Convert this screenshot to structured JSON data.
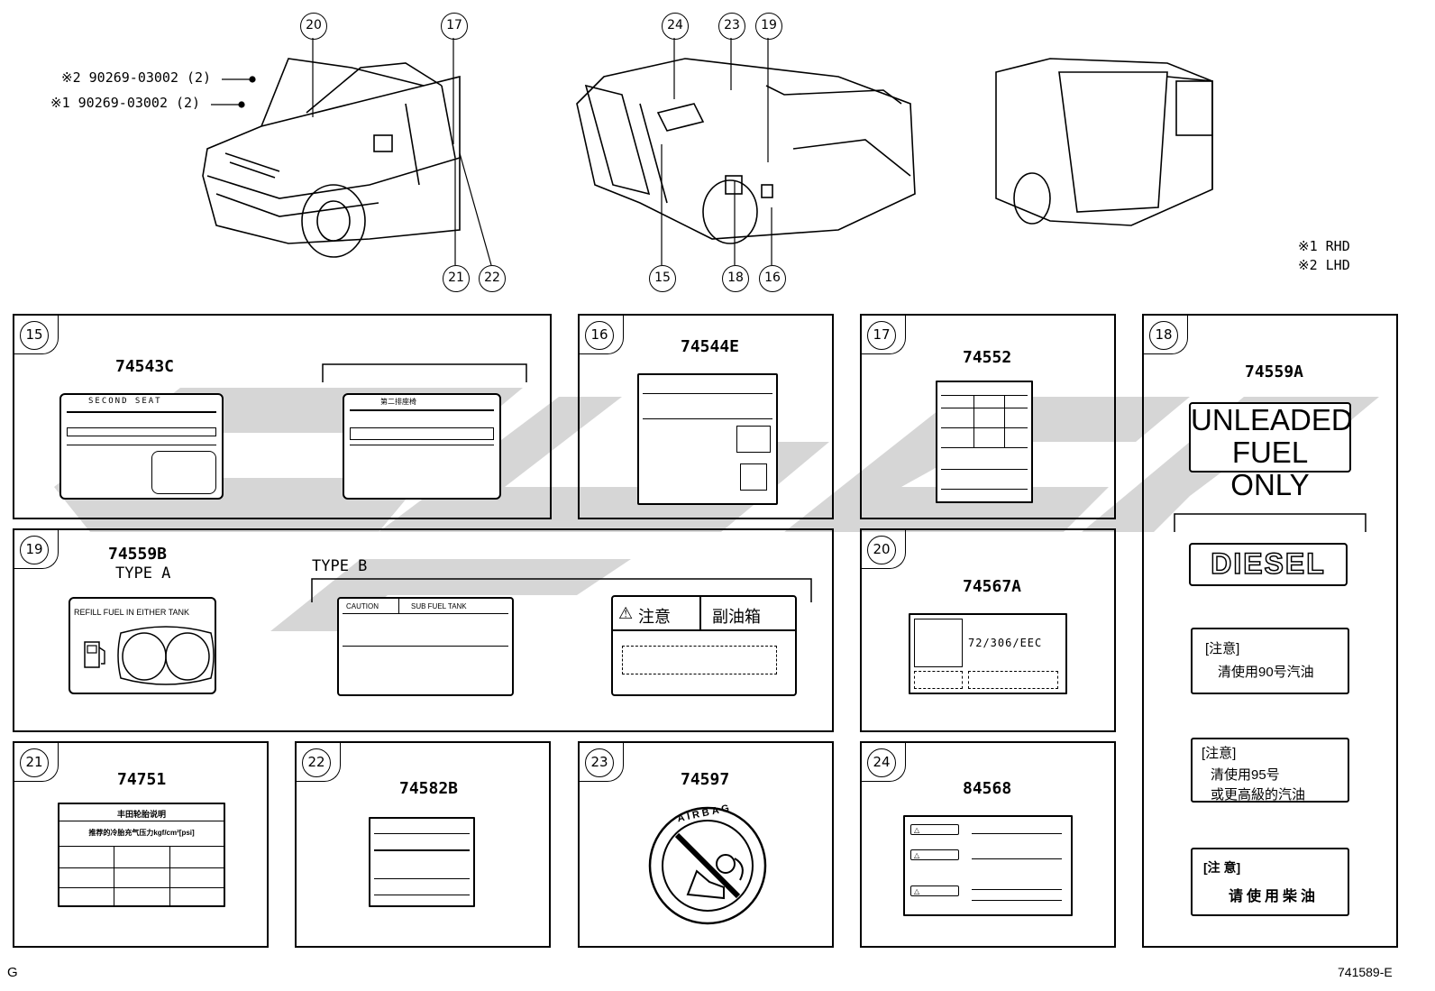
{
  "header": {
    "notes": [
      "※2 90269-03002 (2)",
      "※1 90269-03002 (2)"
    ],
    "legend": [
      "※1 RHD",
      "※2 LHD"
    ],
    "callouts_top": [
      "20",
      "17",
      "24",
      "23",
      "19"
    ],
    "callouts_bottom": [
      "21",
      "22",
      "15",
      "18",
      "16"
    ]
  },
  "footer": {
    "left": "G",
    "right": "741589-E"
  },
  "panels": {
    "p15": {
      "num": "15",
      "part": "74543C",
      "label_text": "SECOND SEAT",
      "label_text_cn": "第二排座椅"
    },
    "p16": {
      "num": "16",
      "part": "74544E"
    },
    "p17": {
      "num": "17",
      "part": "74552"
    },
    "p18": {
      "num": "18",
      "part": "74559A",
      "unleaded_line1": "UNLEADED",
      "unleaded_line2": "FUEL ONLY",
      "diesel": "DIESEL",
      "cn1_head": "[注意]",
      "cn1_body": "清使用90号汽油",
      "cn2_head": "[注意]",
      "cn2_body1": "清使用95号",
      "cn2_body2": "或更高級的汽油",
      "cn3_head": "[注 意]",
      "cn3_body": "请使用柴油"
    },
    "p19": {
      "num": "19",
      "part": "74559B",
      "type_a": "TYPE A",
      "type_b": "TYPE B",
      "refill": "REFILL FUEL IN EITHER TANK",
      "caution": "CAUTION",
      "sub_fuel": "SUB FUEL TANK",
      "cn_caution": "注意",
      "cn_subtank": "副油箱"
    },
    "p20": {
      "num": "20",
      "part": "74567A",
      "eec": "72/306/EEC"
    },
    "p21": {
      "num": "21",
      "part": "74751",
      "title_cn": "丰田轮胎说明",
      "subtitle_cn": "推荐的冷胎充气压力kgf/cm²[psi]"
    },
    "p22": {
      "num": "22",
      "part": "74582B"
    },
    "p23": {
      "num": "23",
      "part": "74597",
      "airbag": "AIRBAG"
    },
    "p24": {
      "num": "24",
      "part": "84568"
    }
  },
  "watermark_color": "#c8c8c8"
}
